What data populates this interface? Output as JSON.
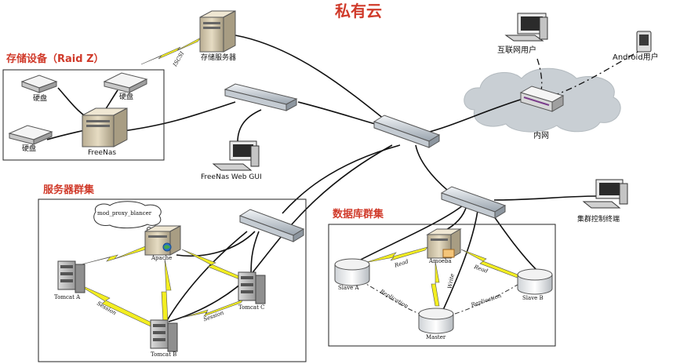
{
  "title": "私有云",
  "groups": {
    "storage": "存储设备（Raid Z）",
    "server_cluster": "服务器群集",
    "db_cluster": "数据库群集"
  },
  "labels": {
    "storage_server": "存储服务器",
    "iscsi": "ISCSI",
    "disk": "硬盘",
    "freenas": "FreeNas",
    "freenas_web_gui": "FreeNas Web GUI",
    "internet_user": "互联网用户",
    "android_user": "Android用户",
    "intranet": "内网",
    "cluster_terminal": "集群控制终端",
    "mod_proxy": "mod_proxy_blancer",
    "apache": "Apache",
    "tomcat_a": "Tomcat A",
    "tomcat_b": "Tomcat B",
    "tomcat_c": "Tomcat C",
    "session": "Session",
    "amoeba": "Amoeba",
    "slave_a": "Slave A",
    "slave_b": "Slave B",
    "master": "Master",
    "read": "Read",
    "write": "Write",
    "replication": "Replication"
  },
  "colors": {
    "title": "#d03a2a",
    "cloud": "#c9cfd4",
    "lightning": "#f3ee21"
  }
}
